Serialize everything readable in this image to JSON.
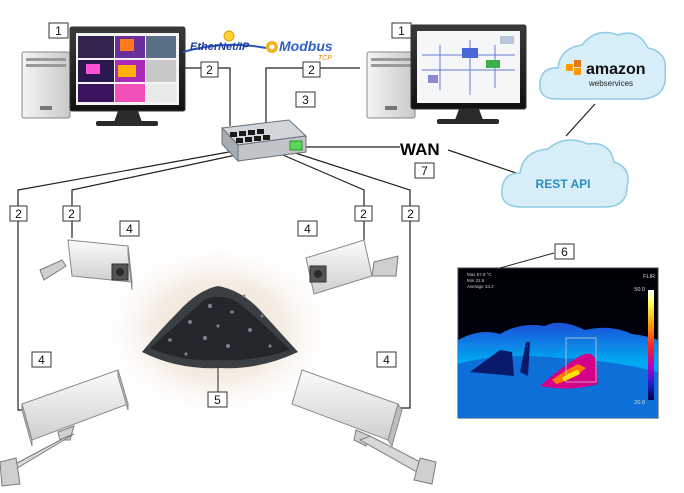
{
  "labels": {
    "workstation_left": "1",
    "workstation_right": "1",
    "cable_left_top": "2",
    "cable_right_top": "2",
    "cable_cam_left_outer": "2",
    "cable_cam_left_inner": "2",
    "cable_cam_right_inner": "2",
    "cable_cam_right_outer": "2",
    "switch": "3",
    "camera_left_small": "4",
    "camera_right_small": "4",
    "camera_left_large": "4",
    "camera_right_large": "4",
    "coal_pile": "5",
    "thermal_image": "6",
    "wan_link": "7"
  },
  "logos": {
    "ethernet_ip": "EtherNet/IP",
    "modbus": "Modbus",
    "modbus_sub": "TCP"
  },
  "wan": "WAN",
  "clouds": {
    "amazon_title": "amazon",
    "amazon_sub": "webservices",
    "rest": "REST API"
  },
  "thermal": {
    "scale_max": "50.0",
    "scale_min": "20.0",
    "brand": "FLIR",
    "info_lines": [
      "Max 67.6 °C",
      "Min 22.6",
      "Average 33.2"
    ]
  },
  "colors": {
    "cloud_fill": "#d7eef8",
    "cloud_stroke": "#8fcbe6",
    "rest_text": "#2a8ec5",
    "amazon_orange": "#ff9900",
    "switch_led": "#58d858"
  }
}
